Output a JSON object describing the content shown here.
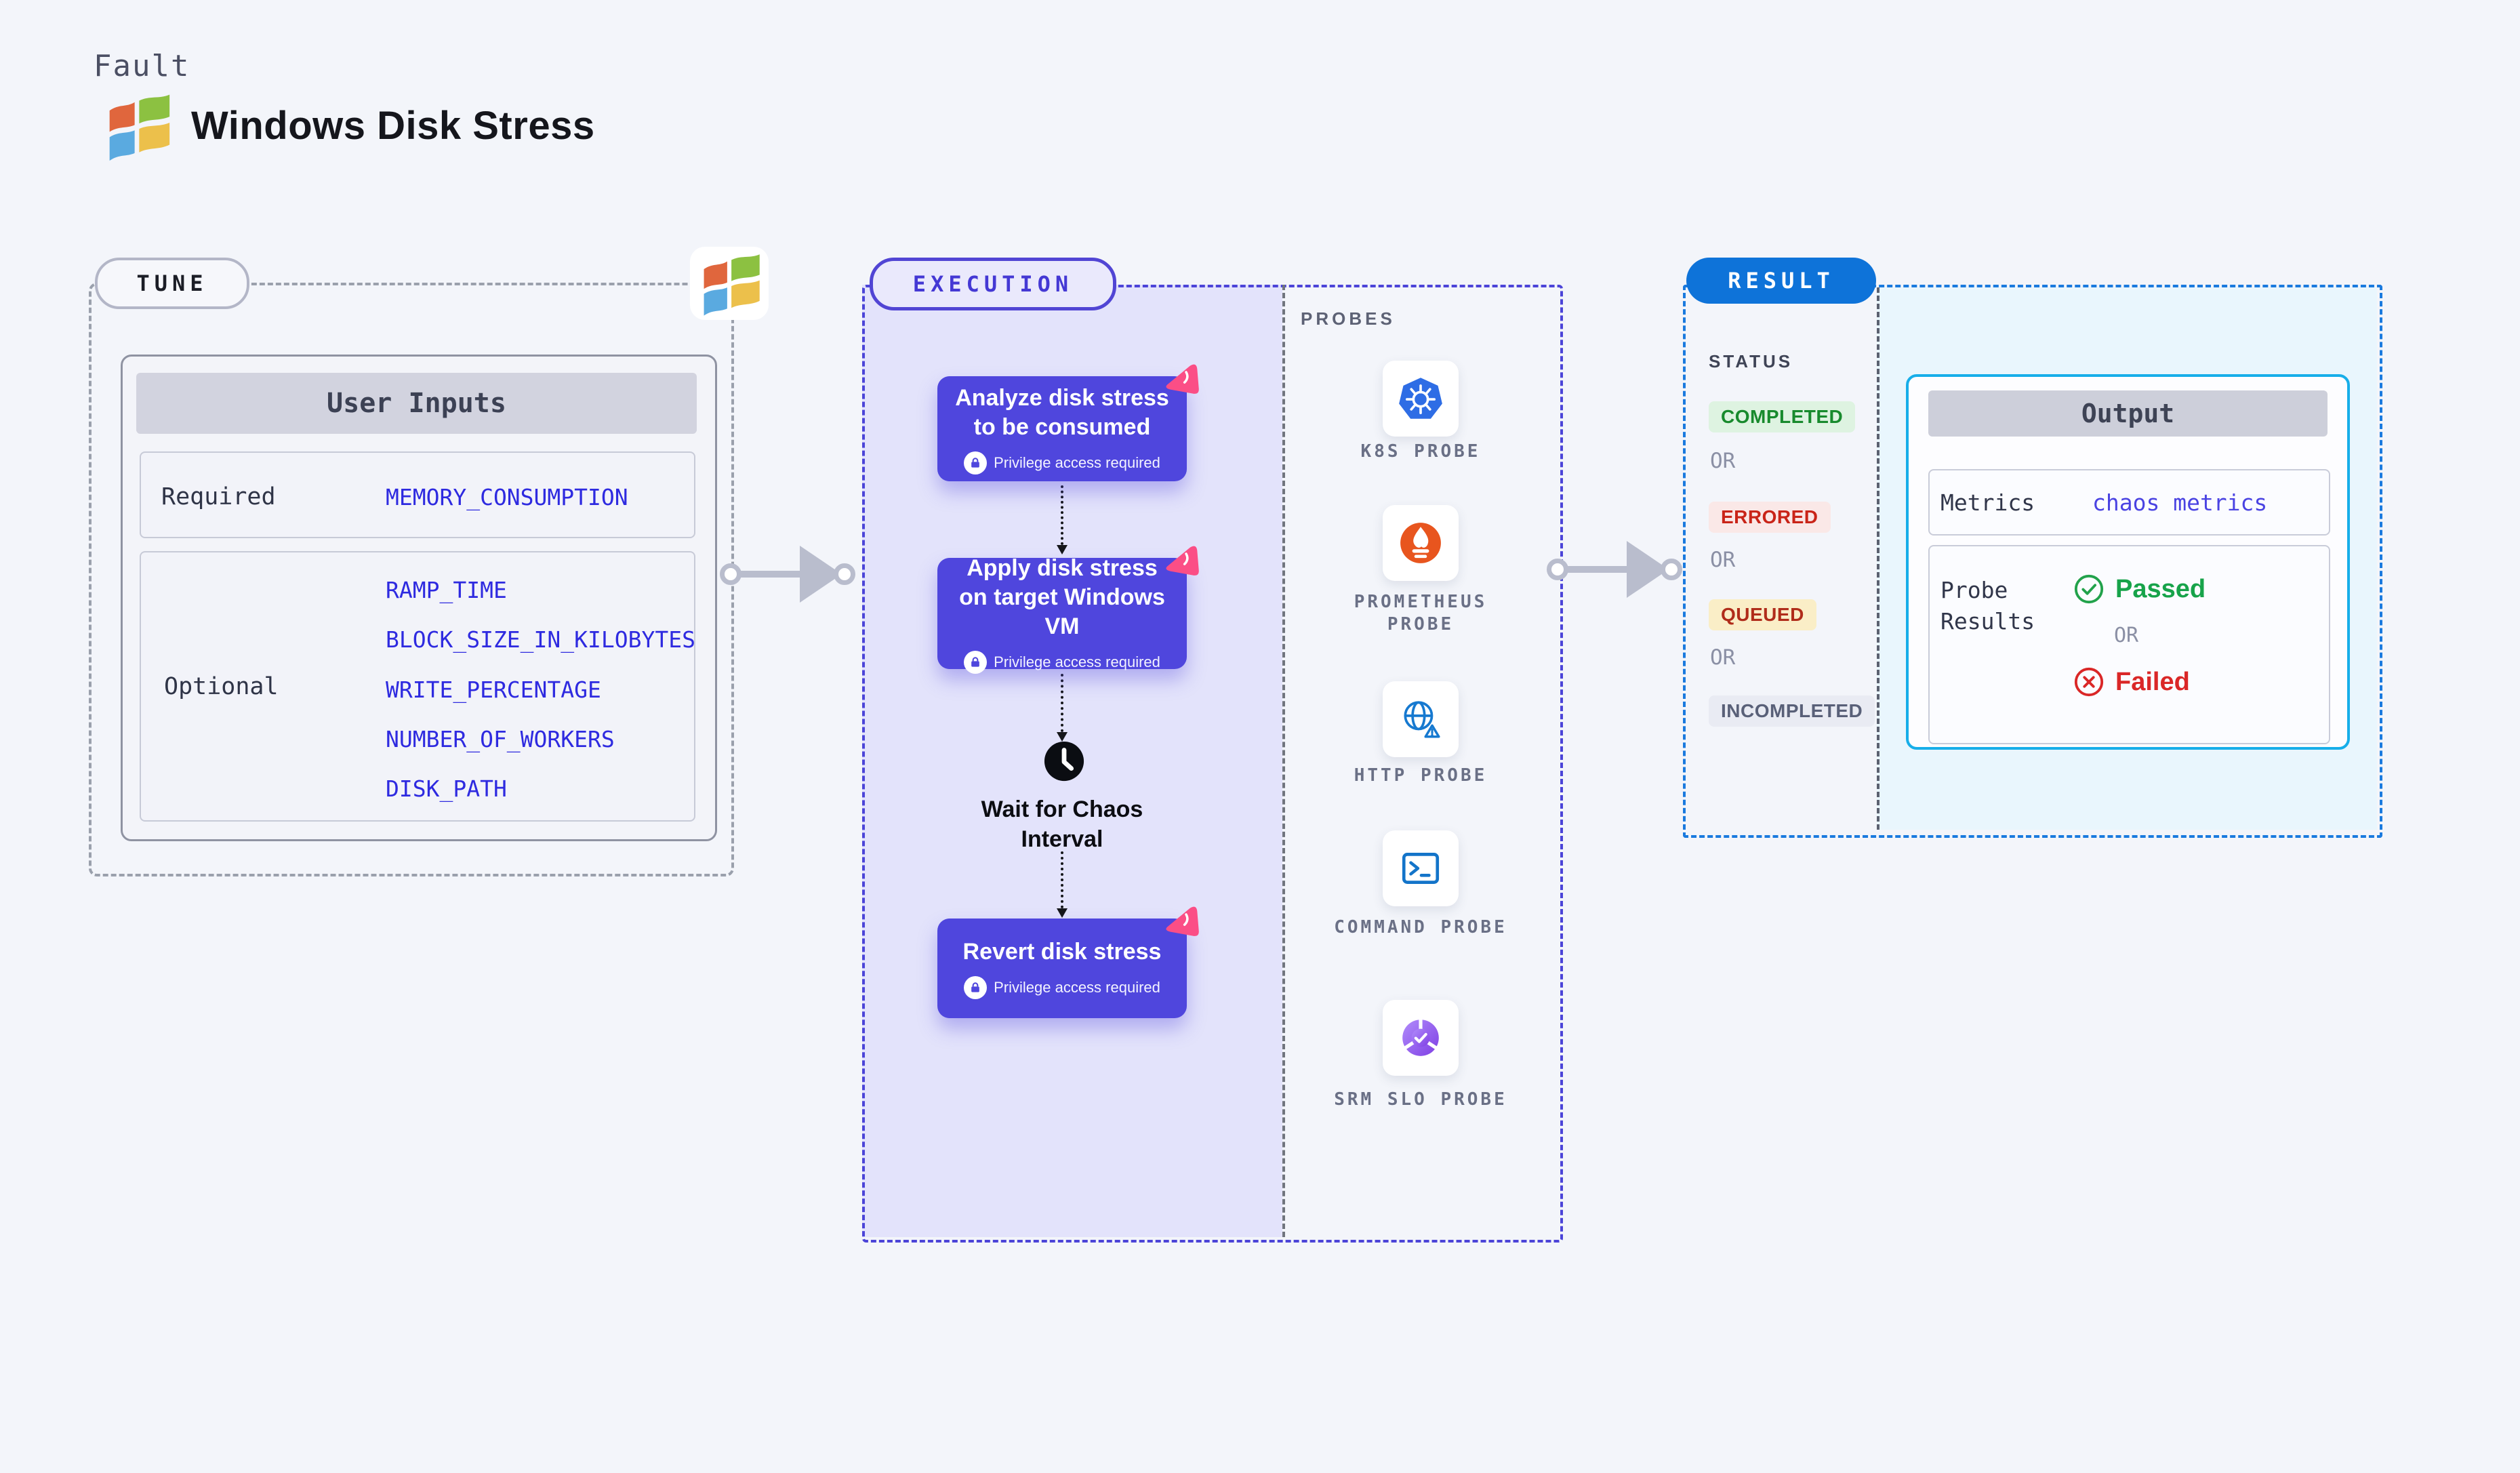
{
  "header": {
    "eyebrow": "Fault",
    "title": "Windows Disk Stress"
  },
  "tune": {
    "label": "TUNE",
    "user_inputs": {
      "header": "User Inputs",
      "required_label": "Required",
      "required_items": [
        "MEMORY_CONSUMPTION"
      ],
      "optional_label": "Optional",
      "optional_items": [
        "RAMP_TIME",
        "BLOCK_SIZE_IN_KILOBYTES",
        "WRITE_PERCENTAGE",
        "NUMBER_OF_WORKERS",
        "DISK_PATH"
      ]
    }
  },
  "execution": {
    "label": "EXECUTION",
    "steps": [
      {
        "title": "Analyze disk stress to be consumed",
        "badge": "Privilege access required"
      },
      {
        "title": "Apply disk stress on target Windows VM",
        "badge": "Privilege access required"
      },
      {
        "title": "Revert disk stress",
        "badge": "Privilege access required"
      }
    ],
    "wait_label": "Wait for Chaos Interval",
    "probes_label": "PROBES",
    "probes": [
      {
        "name": "K8S PROBE",
        "icon": "k8s-probe-icon"
      },
      {
        "name": "PROMETHEUS PROBE",
        "icon": "prometheus-probe-icon"
      },
      {
        "name": "HTTP PROBE",
        "icon": "http-probe-icon"
      },
      {
        "name": "COMMAND PROBE",
        "icon": "command-probe-icon"
      },
      {
        "name": "SRM SLO PROBE",
        "icon": "srm-slo-probe-icon"
      }
    ]
  },
  "result": {
    "label": "RESULT",
    "status_label": "STATUS",
    "or_label": "OR",
    "statuses": [
      {
        "label": "COMPLETED",
        "type": "completed"
      },
      {
        "label": "ERRORED",
        "type": "errored"
      },
      {
        "label": "QUEUED",
        "type": "queued"
      },
      {
        "label": "INCOMPLETED",
        "type": "incompleted"
      }
    ],
    "output": {
      "header": "Output",
      "metrics_label": "Metrics",
      "metrics_value": "chaos metrics",
      "probe_results_label": "Probe Results",
      "passed_label": "Passed",
      "failed_label": "Failed"
    }
  },
  "colors": {
    "accent_indigo": "#4f46dd",
    "accent_blue": "#0e73d9",
    "link_blue": "#2e2ae0",
    "passed_green": "#17a34a",
    "failed_red": "#da2727",
    "pink": "#fb4e86"
  }
}
